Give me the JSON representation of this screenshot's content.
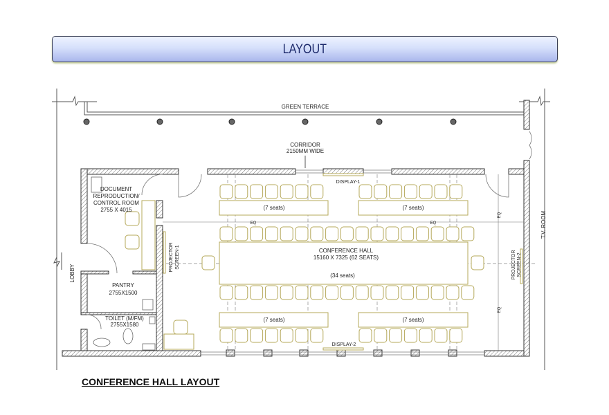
{
  "header": {
    "title": "LAYOUT"
  },
  "plan": {
    "green_terrace": "GREEN TERRACE",
    "corridor": "CORRIDOR",
    "corridor_width": "2150MM WIDE",
    "doc_room": [
      "DOCUMENT",
      "REPRODUCTION/",
      "CONTROL ROOM",
      "2755 X 4015"
    ],
    "pantry": [
      "PANTRY",
      "2755X1500"
    ],
    "toilet": [
      "TOILET (M/FM)",
      "2755X1580"
    ],
    "lobby": "LOBBY",
    "tv_room": "T.V. ROOM",
    "projector_1": [
      "PROJECTOR",
      "SCREEN-1"
    ],
    "projector_2": [
      "PROJECTOR",
      "SCREEN-2"
    ],
    "display_1": "DISPLAY-1",
    "display_2": "DISPLAY-2",
    "hall": [
      "CONFERENCE HALL",
      "15160 X 7325 (62 SEATS)"
    ],
    "center_seats": "(34 seats)",
    "table_seats": "(7 seats)",
    "eq": "EQ"
  },
  "caption": "CONFERENCE HALL LAYOUT",
  "colors": {
    "furniture": "#b5a85a",
    "wall": "#444444",
    "title": "#1d2a6b"
  }
}
